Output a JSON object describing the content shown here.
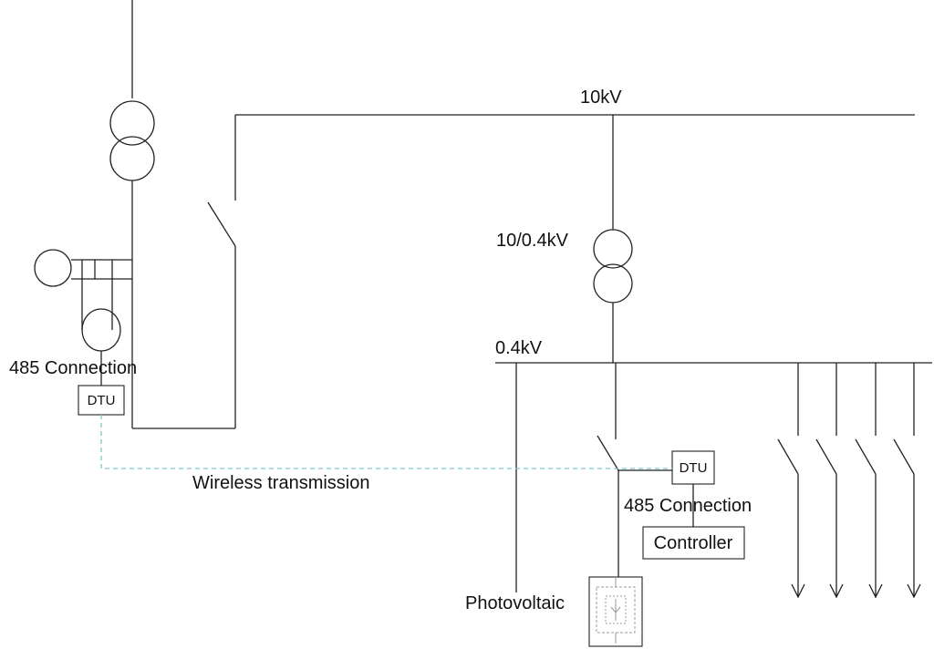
{
  "labels": {
    "bus_10kv": "10kV",
    "transformer_ratio": "10/0.4kV",
    "bus_04kv": "0.4kV",
    "connection_left": "485 Connection",
    "connection_right": "485 Connection",
    "wireless": "Wireless transmission",
    "photovoltaic": "Photovoltaic"
  },
  "devices": {
    "dtu_left": "DTU",
    "dtu_right": "DTU",
    "controller": "Controller"
  },
  "colors": {
    "line": "#222222",
    "wireless_link": "#7fc8c8"
  }
}
